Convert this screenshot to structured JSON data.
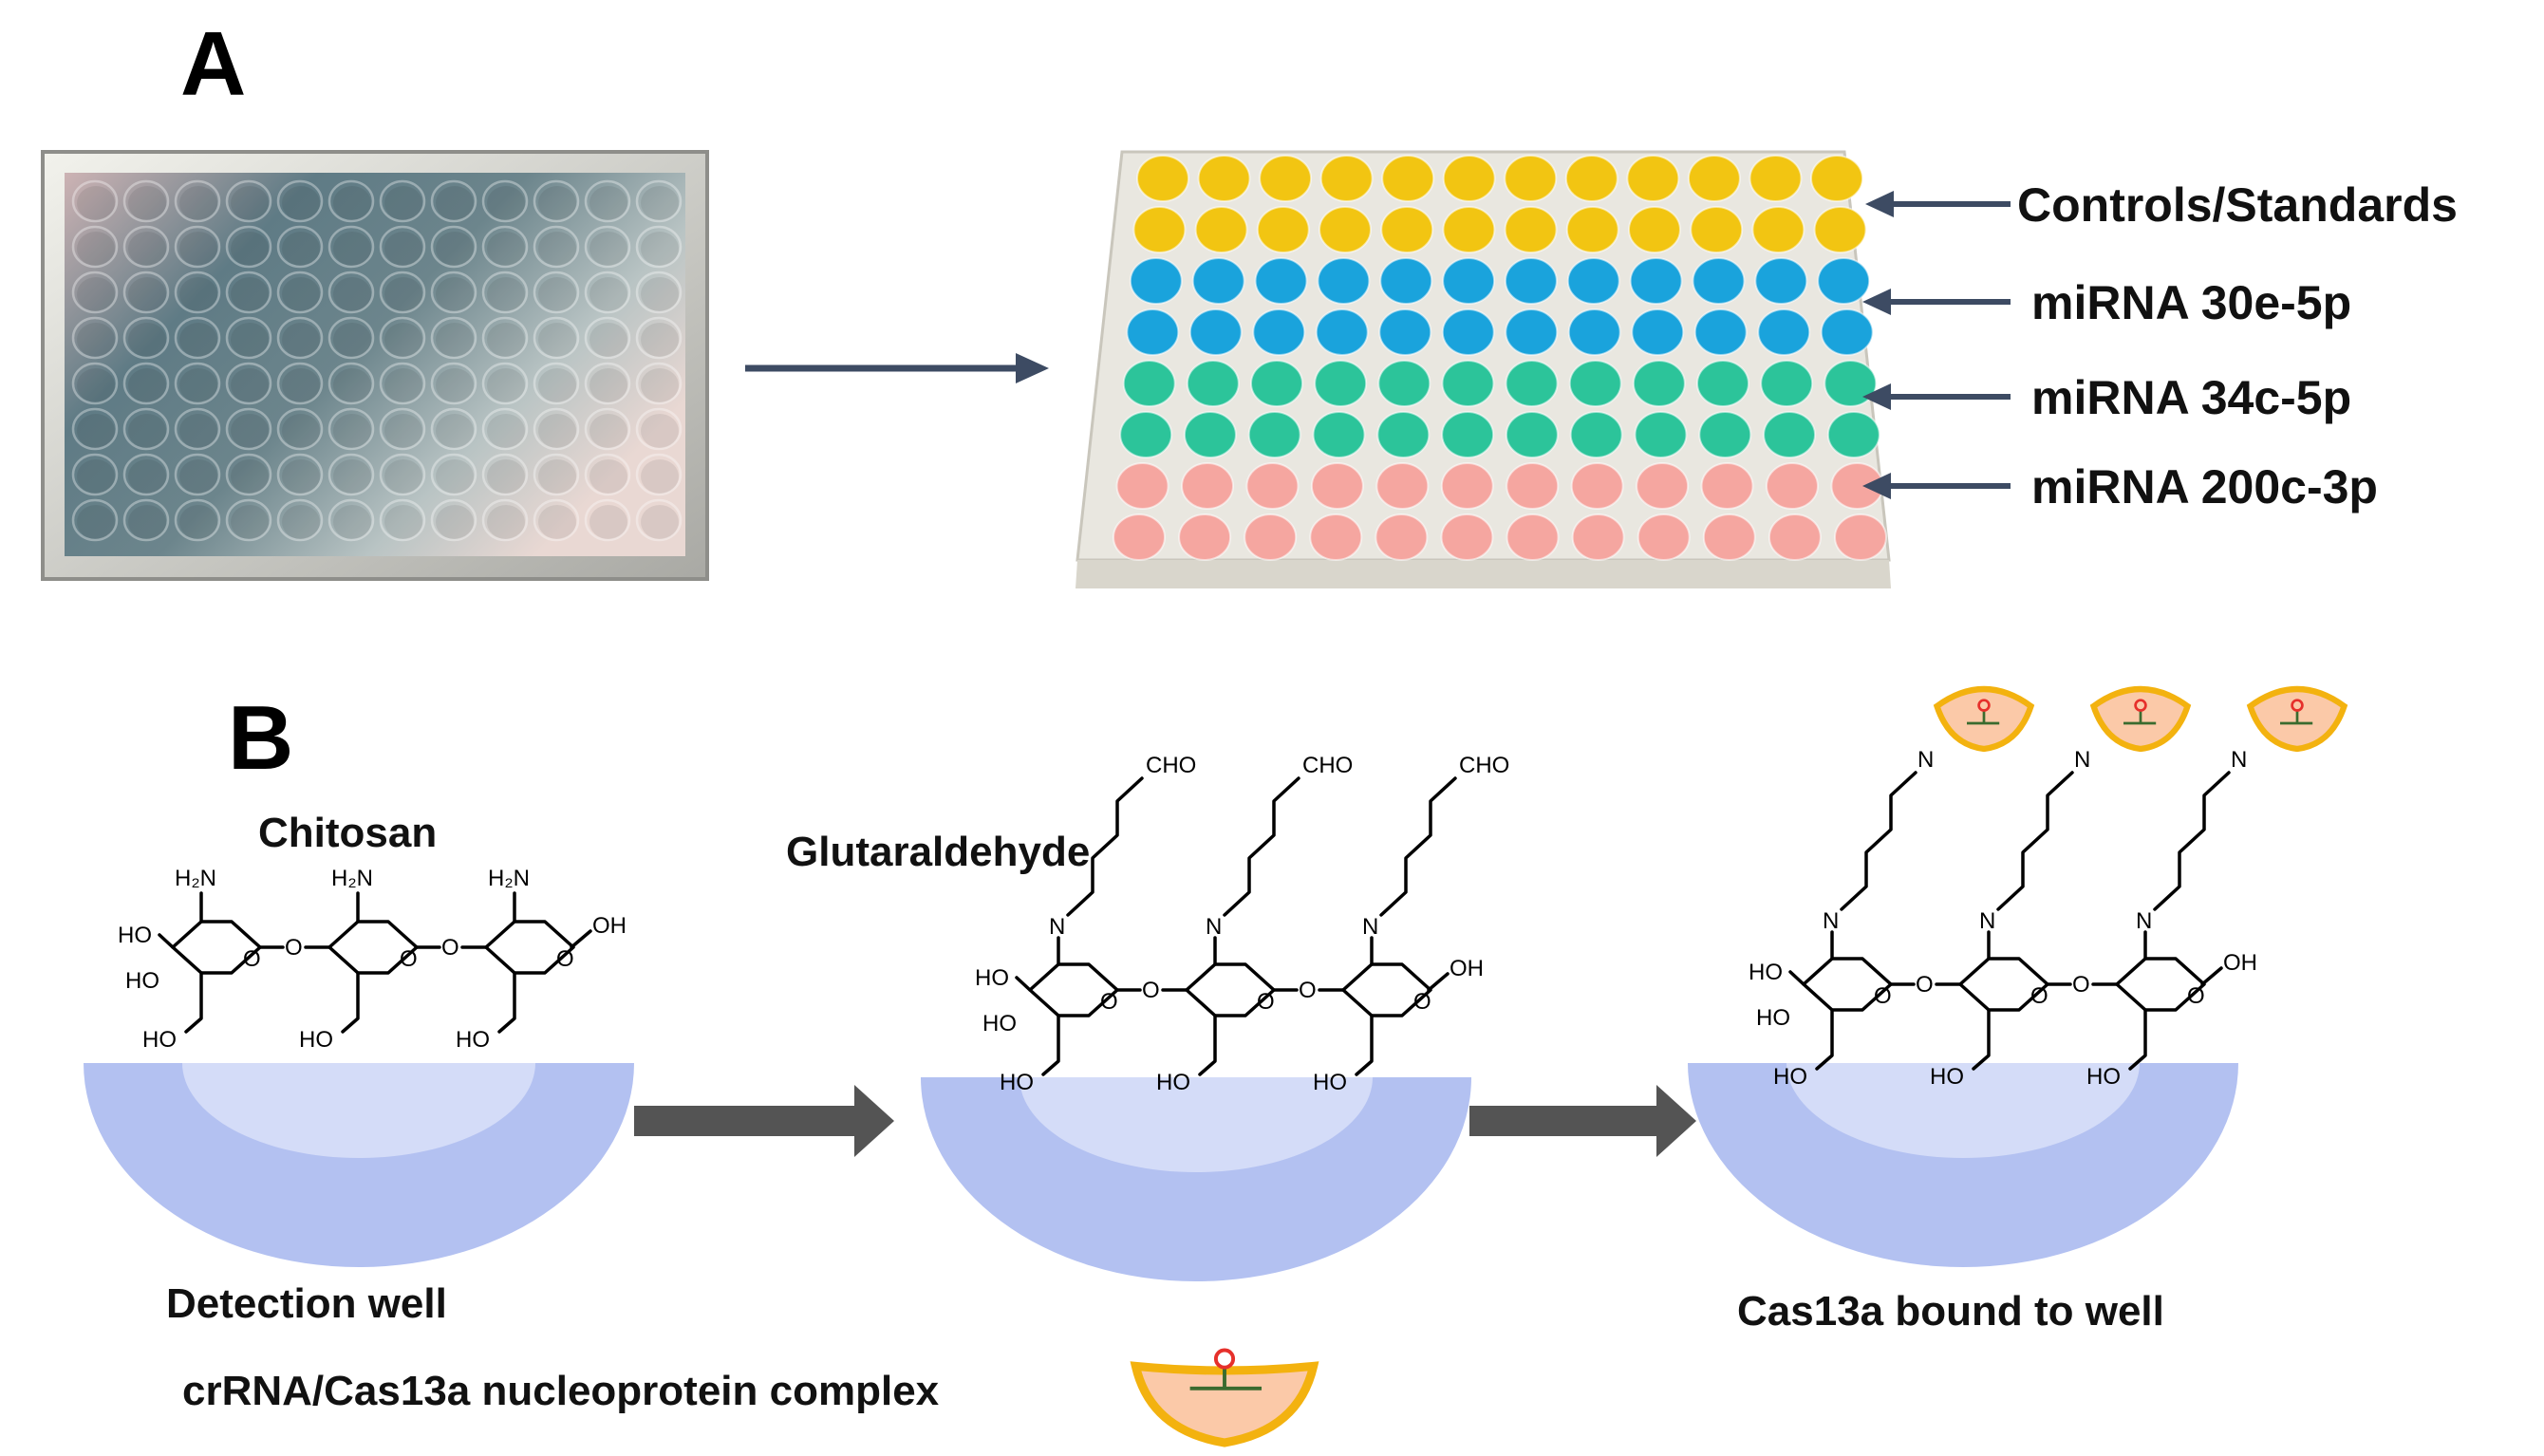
{
  "panels": {
    "a": "A",
    "b": "B"
  },
  "plate": {
    "rows": [
      {
        "label": "Controls/Standards",
        "color": "#f2c512",
        "count": 2
      },
      {
        "label": "miRNA 30e-5p",
        "color": "#1aa3dc",
        "count": 2
      },
      {
        "label": "miRNA 34c-5p",
        "color": "#2cc49a",
        "count": 2
      },
      {
        "label": "miRNA 200c-3p",
        "color": "#f5a6a0",
        "count": 2
      }
    ],
    "columns": 12
  },
  "scheme": {
    "chitosan": "Chitosan",
    "glutaraldehyde": "Glutaraldehyde",
    "detection_well": "Detection well",
    "cas13a_bound": "Cas13a bound to well",
    "complex_legend": "crRNA/Cas13a nucleoprotein complex"
  },
  "chem_labels": {
    "nh2": "H₂N",
    "ho": "HO",
    "oh": "OH",
    "o": "O",
    "n": "N",
    "cho": "CHO"
  },
  "colors": {
    "well": "#b3c1f1",
    "well_light": "#d7def8",
    "arrow_thin": "#3d4b63",
    "arrow_thick": "#545454",
    "cas_fill": "#fbc9a8",
    "cas_stroke": "#f3b20f",
    "crrna": "#e6302b"
  }
}
